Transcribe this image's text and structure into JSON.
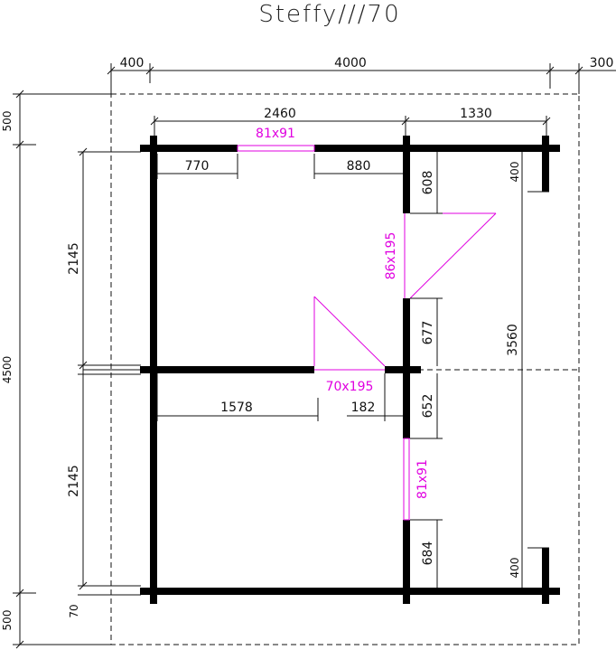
{
  "title": "Steffy///70",
  "colors": {
    "wall": "#000000",
    "opening": "#e000e0",
    "line": "#111111"
  },
  "dimensions": {
    "top_left": "400",
    "top_middle": "4000",
    "top_right": "300",
    "inner_top_left": "2460",
    "inner_top_right": "1330",
    "left_window_offset": "770",
    "right_window_offset": "880",
    "left_upper": "2145",
    "left_lower": "2145",
    "left_total": "4500",
    "left_top": "500",
    "left_bottom": "500",
    "left_small": "70",
    "door_top_offset": "608",
    "door_bottom_offset": "677",
    "right_total": "3560",
    "porch_top": "400",
    "porch_bottom": "400",
    "inner_door_left": "1578",
    "inner_door_right": "182",
    "lower_window_top": "652",
    "lower_window_bottom": "684"
  },
  "openings": {
    "window_top": "81x91",
    "door_right": "86x195",
    "door_inner": "70x195",
    "window_right": "81x91"
  }
}
